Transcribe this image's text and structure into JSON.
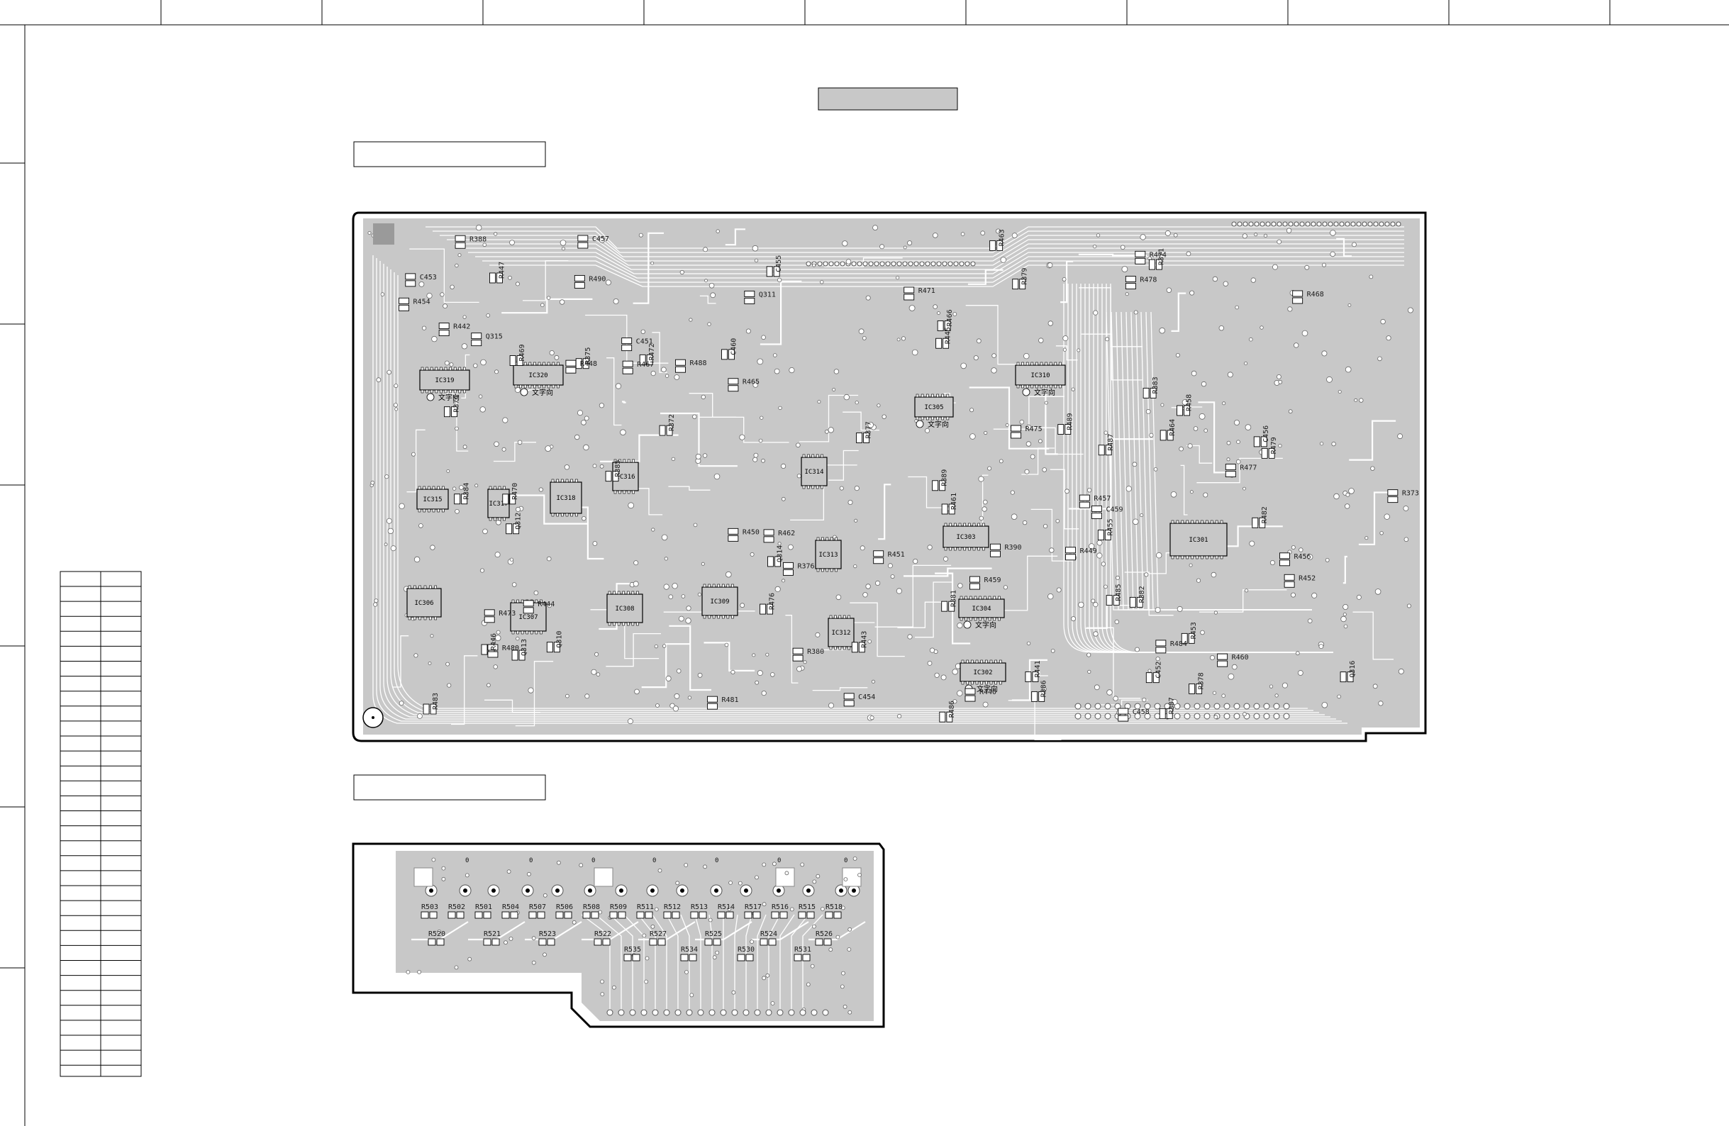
{
  "main_board": {
    "ics": [
      {
        "ref": "IC319",
        "marking": "文字向"
      },
      {
        "ref": "IC320",
        "marking": "文字向"
      },
      {
        "ref": "IC310",
        "marking": "文字向"
      },
      {
        "ref": "IC305",
        "marking": "文字向"
      },
      {
        "ref": "IC315",
        "marking": ""
      },
      {
        "ref": "IC317",
        "marking": ""
      },
      {
        "ref": "IC318",
        "marking": ""
      },
      {
        "ref": "IC316",
        "marking": ""
      },
      {
        "ref": "IC314",
        "marking": ""
      },
      {
        "ref": "IC313",
        "marking": ""
      },
      {
        "ref": "IC303",
        "marking": ""
      },
      {
        "ref": "IC301",
        "marking": ""
      },
      {
        "ref": "IC306",
        "marking": ""
      },
      {
        "ref": "IC307",
        "marking": ""
      },
      {
        "ref": "IC308",
        "marking": ""
      },
      {
        "ref": "IC309",
        "marking": ""
      },
      {
        "ref": "IC312",
        "marking": ""
      },
      {
        "ref": "IC304",
        "marking": "文字向"
      },
      {
        "ref": "IC302",
        "marking": "文字向"
      }
    ],
    "components": [
      "R440",
      "R441",
      "R442",
      "R443",
      "R444",
      "R445",
      "R446",
      "R447",
      "R448",
      "R449",
      "R450",
      "R451",
      "R452",
      "R453",
      "R454",
      "R455",
      "R456",
      "R457",
      "R458",
      "R459",
      "R460",
      "R461",
      "R462",
      "R463",
      "R464",
      "R465",
      "R466",
      "R467",
      "R468",
      "R469",
      "R470",
      "R471",
      "R472",
      "R473",
      "R474",
      "R475",
      "R476",
      "R477",
      "R478",
      "R479",
      "R480",
      "R481",
      "R482",
      "R483",
      "R484",
      "R485",
      "R486",
      "R487",
      "R488",
      "R489",
      "R490",
      "R371",
      "R372",
      "R373",
      "R374",
      "R375",
      "R376",
      "R377",
      "R378",
      "R379",
      "R380",
      "R381",
      "R382",
      "R383",
      "R384",
      "R385",
      "R386",
      "R387",
      "R388",
      "R389",
      "R390",
      "C451",
      "C452",
      "C453",
      "C454",
      "C455",
      "C456",
      "C457",
      "C458",
      "C459",
      "C460",
      "Q310",
      "Q311",
      "Q312",
      "Q313",
      "Q314",
      "Q315",
      "Q316"
    ]
  },
  "sub_board": {
    "components": [
      "R503",
      "R502",
      "R501",
      "R504",
      "R507",
      "R506",
      "R508",
      "R509",
      "R511",
      "R512",
      "R513",
      "R514",
      "R517",
      "R516",
      "R515",
      "R518",
      "R520",
      "R521",
      "R523",
      "R522",
      "R527",
      "R525",
      "R524",
      "R526",
      "R535",
      "R534",
      "R530",
      "R531"
    ],
    "markers": [
      "0",
      "0",
      "0",
      "0",
      "0",
      "0",
      "0"
    ]
  },
  "ics_marking": "文字向"
}
